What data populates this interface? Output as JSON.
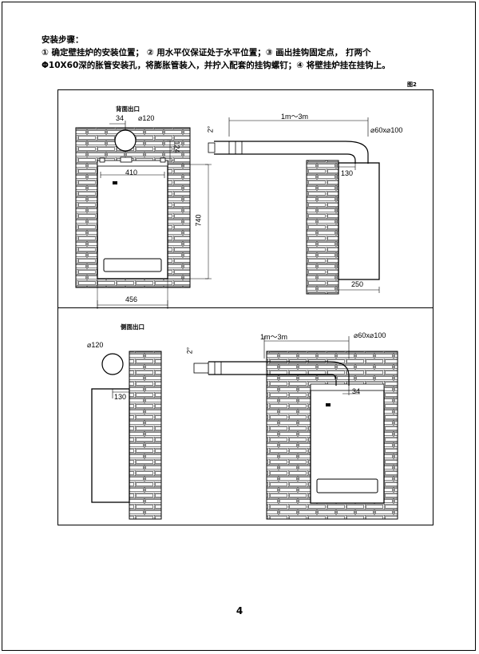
{
  "heading": {
    "title": "安装步骤：",
    "line1": "① 确定壁挂炉的安装位置； ② 用水平仪保证处于水平位置；③ 画出挂钩固定点，  打两个",
    "line2": "Φ10X60深的胀管安装孔，将膨胀管装入，并拧入配套的挂钩螺钉；④ 将壁挂炉挂在挂钩上。"
  },
  "figure_label": "图2",
  "top_section": {
    "title": "背面出口",
    "front": {
      "d_pipe": "⌀120",
      "offset": "34",
      "height_top": "124",
      "hook_width": "410",
      "body_height": "740",
      "body_width": "456"
    },
    "side": {
      "length": "1m～3m",
      "angle": "2°",
      "pipe": "⌀60x⌀100",
      "wall_gap": "130",
      "depth": "250"
    }
  },
  "bottom_section": {
    "title": "侧面出口",
    "side": {
      "d_pipe": "⌀120",
      "wall_gap": "130"
    },
    "front": {
      "length": "1m～3m",
      "angle": "2°",
      "pipe": "⌀60x⌀100",
      "offset": "34"
    }
  },
  "page_number": "4"
}
